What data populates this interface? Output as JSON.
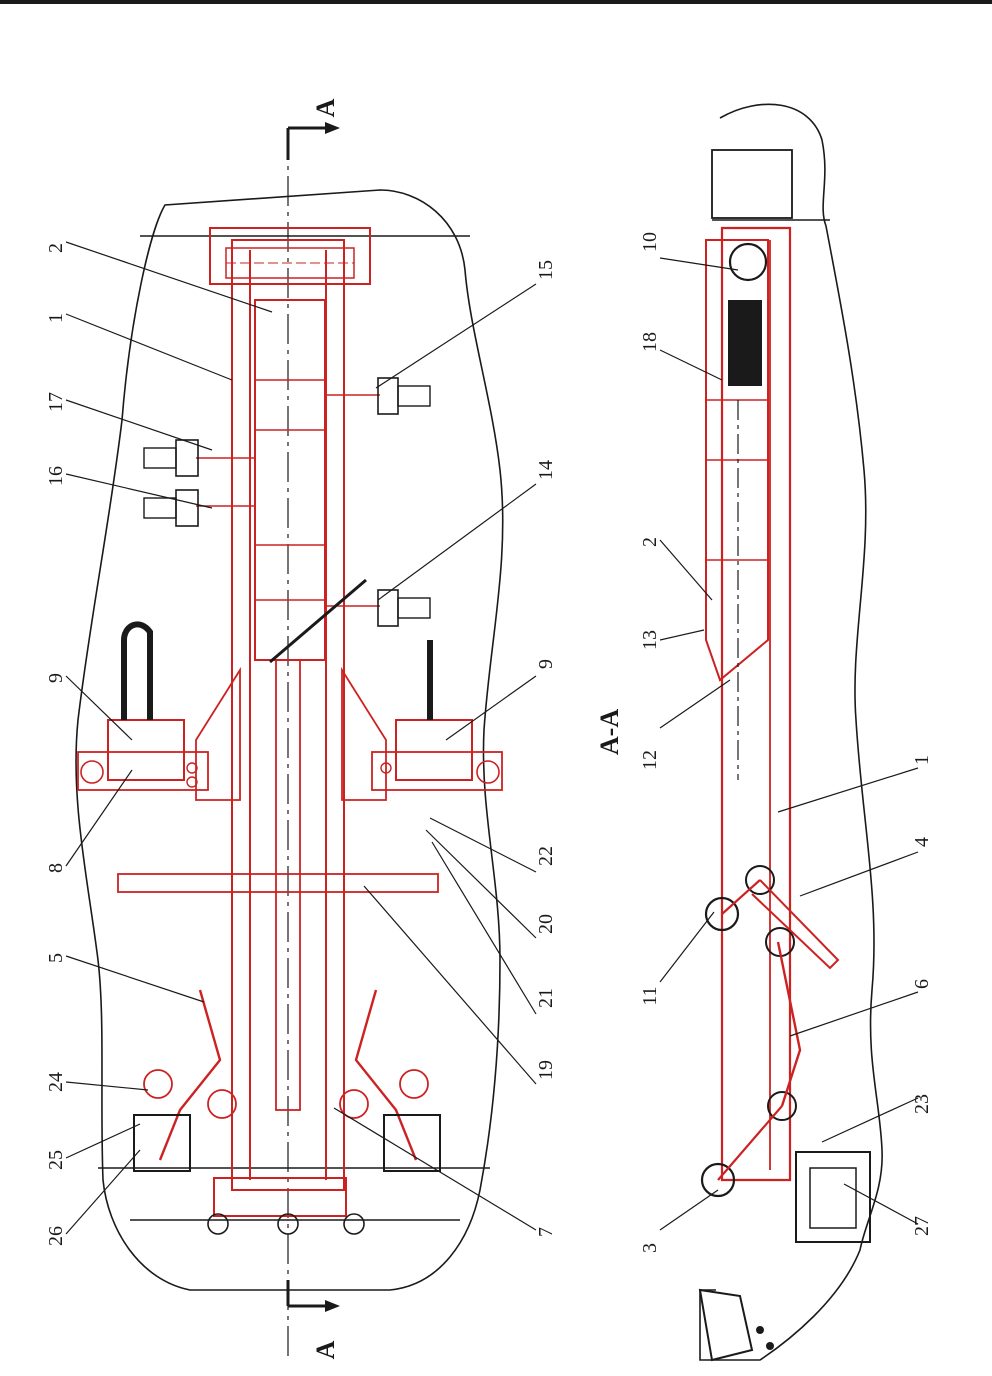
{
  "page": {
    "accent_red": "#cc2222",
    "line_black": "#1a1a1a"
  },
  "plan_view": {
    "section_marker_top": "A",
    "section_marker_bottom": "A",
    "callouts_top": [
      "2",
      "1",
      "17",
      "16",
      "9",
      "8",
      "5",
      "24",
      "25",
      "26"
    ],
    "callouts_bottom": [
      "15",
      "14",
      "9",
      "22",
      "20",
      "21",
      "19",
      "7"
    ]
  },
  "section_view": {
    "title": "A-A",
    "callouts_top": [
      "10",
      "18",
      "2",
      "13",
      "12",
      "11",
      "3"
    ],
    "callouts_bottom": [
      "1",
      "4",
      "6",
      "23",
      "27"
    ]
  }
}
